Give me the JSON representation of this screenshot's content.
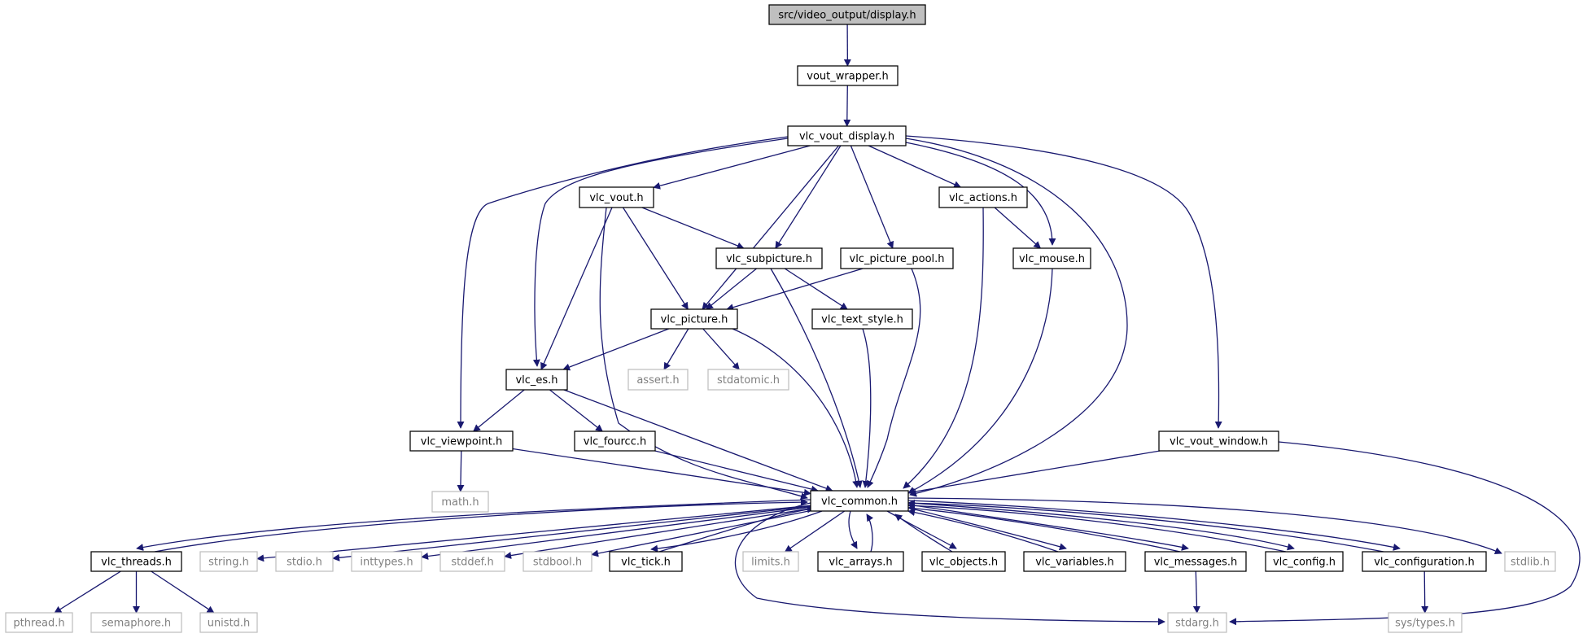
{
  "colors": {
    "edge": "#191970",
    "box_border": "#000000",
    "root_fill": "#bfbfbf",
    "external_border": "#bfbfbf",
    "external_text": "#808080",
    "text": "#000000"
  },
  "nodes": [
    {
      "id": "display_h",
      "label": "src/video_output/display.h",
      "kind": "root"
    },
    {
      "id": "vout_wrapper",
      "label": "vout_wrapper.h",
      "kind": "internal"
    },
    {
      "id": "vlc_vout_display",
      "label": "vlc_vout_display.h",
      "kind": "internal"
    },
    {
      "id": "vlc_vout",
      "label": "vlc_vout.h",
      "kind": "internal"
    },
    {
      "id": "vlc_actions",
      "label": "vlc_actions.h",
      "kind": "internal"
    },
    {
      "id": "vlc_subpicture",
      "label": "vlc_subpicture.h",
      "kind": "internal"
    },
    {
      "id": "vlc_picture_pool",
      "label": "vlc_picture_pool.h",
      "kind": "internal"
    },
    {
      "id": "vlc_mouse",
      "label": "vlc_mouse.h",
      "kind": "internal"
    },
    {
      "id": "vlc_picture",
      "label": "vlc_picture.h",
      "kind": "internal"
    },
    {
      "id": "vlc_text_style",
      "label": "vlc_text_style.h",
      "kind": "internal"
    },
    {
      "id": "vlc_es",
      "label": "vlc_es.h",
      "kind": "internal"
    },
    {
      "id": "assert",
      "label": "assert.h",
      "kind": "external"
    },
    {
      "id": "stdatomic",
      "label": "stdatomic.h",
      "kind": "external"
    },
    {
      "id": "vlc_viewpoint",
      "label": "vlc_viewpoint.h",
      "kind": "internal"
    },
    {
      "id": "vlc_fourcc",
      "label": "vlc_fourcc.h",
      "kind": "internal"
    },
    {
      "id": "vlc_vout_window",
      "label": "vlc_vout_window.h",
      "kind": "internal"
    },
    {
      "id": "math",
      "label": "math.h",
      "kind": "external"
    },
    {
      "id": "vlc_common",
      "label": "vlc_common.h",
      "kind": "internal"
    },
    {
      "id": "vlc_threads",
      "label": "vlc_threads.h",
      "kind": "internal"
    },
    {
      "id": "string",
      "label": "string.h",
      "kind": "external"
    },
    {
      "id": "stdio",
      "label": "stdio.h",
      "kind": "external"
    },
    {
      "id": "inttypes",
      "label": "inttypes.h",
      "kind": "external"
    },
    {
      "id": "stddef",
      "label": "stddef.h",
      "kind": "external"
    },
    {
      "id": "stdbool",
      "label": "stdbool.h",
      "kind": "external"
    },
    {
      "id": "vlc_tick",
      "label": "vlc_tick.h",
      "kind": "internal"
    },
    {
      "id": "limits",
      "label": "limits.h",
      "kind": "external"
    },
    {
      "id": "vlc_arrays",
      "label": "vlc_arrays.h",
      "kind": "internal"
    },
    {
      "id": "vlc_objects",
      "label": "vlc_objects.h",
      "kind": "internal"
    },
    {
      "id": "vlc_variables",
      "label": "vlc_variables.h",
      "kind": "internal"
    },
    {
      "id": "vlc_messages",
      "label": "vlc_messages.h",
      "kind": "internal"
    },
    {
      "id": "vlc_config",
      "label": "vlc_config.h",
      "kind": "internal"
    },
    {
      "id": "vlc_configuration",
      "label": "vlc_configuration.h",
      "kind": "internal"
    },
    {
      "id": "stdlib",
      "label": "stdlib.h",
      "kind": "external"
    },
    {
      "id": "pthread",
      "label": "pthread.h",
      "kind": "external"
    },
    {
      "id": "semaphore",
      "label": "semaphore.h",
      "kind": "external"
    },
    {
      "id": "unistd",
      "label": "unistd.h",
      "kind": "external"
    },
    {
      "id": "stdarg",
      "label": "stdarg.h",
      "kind": "external"
    },
    {
      "id": "sys_types",
      "label": "sys/types.h",
      "kind": "external"
    }
  ],
  "edges": [
    [
      "display_h",
      "vout_wrapper"
    ],
    [
      "vout_wrapper",
      "vlc_vout_display"
    ],
    [
      "vlc_vout_display",
      "vlc_vout"
    ],
    [
      "vlc_vout_display",
      "vlc_actions"
    ],
    [
      "vlc_vout_display",
      "vlc_subpicture"
    ],
    [
      "vlc_vout_display",
      "vlc_picture_pool"
    ],
    [
      "vlc_vout_display",
      "vlc_mouse"
    ],
    [
      "vlc_vout_display",
      "vlc_picture"
    ],
    [
      "vlc_vout_display",
      "vlc_es"
    ],
    [
      "vlc_vout_display",
      "vlc_viewpoint"
    ],
    [
      "vlc_vout_display",
      "vlc_vout_window"
    ],
    [
      "vlc_vout_display",
      "vlc_common"
    ],
    [
      "vlc_vout",
      "vlc_subpicture"
    ],
    [
      "vlc_vout",
      "vlc_picture"
    ],
    [
      "vlc_vout",
      "vlc_es"
    ],
    [
      "vlc_vout",
      "vlc_common"
    ],
    [
      "vlc_actions",
      "vlc_mouse"
    ],
    [
      "vlc_actions",
      "vlc_common"
    ],
    [
      "vlc_subpicture",
      "vlc_picture"
    ],
    [
      "vlc_subpicture",
      "vlc_text_style"
    ],
    [
      "vlc_subpicture",
      "vlc_common"
    ],
    [
      "vlc_picture_pool",
      "vlc_picture"
    ],
    [
      "vlc_picture_pool",
      "vlc_common"
    ],
    [
      "vlc_mouse",
      "vlc_common"
    ],
    [
      "vlc_picture",
      "vlc_es"
    ],
    [
      "vlc_picture",
      "assert"
    ],
    [
      "vlc_picture",
      "stdatomic"
    ],
    [
      "vlc_picture",
      "vlc_common"
    ],
    [
      "vlc_text_style",
      "vlc_common"
    ],
    [
      "vlc_es",
      "vlc_viewpoint"
    ],
    [
      "vlc_es",
      "vlc_fourcc"
    ],
    [
      "vlc_es",
      "vlc_common"
    ],
    [
      "vlc_viewpoint",
      "math"
    ],
    [
      "vlc_viewpoint",
      "vlc_common"
    ],
    [
      "vlc_fourcc",
      "vlc_common"
    ],
    [
      "vlc_vout_window",
      "vlc_common"
    ],
    [
      "vlc_vout_window",
      "stdarg"
    ],
    [
      "vlc_common",
      "vlc_threads"
    ],
    [
      "vlc_common",
      "string"
    ],
    [
      "vlc_common",
      "stdio"
    ],
    [
      "vlc_common",
      "inttypes"
    ],
    [
      "vlc_common",
      "stddef"
    ],
    [
      "vlc_common",
      "stdbool"
    ],
    [
      "vlc_common",
      "vlc_tick"
    ],
    [
      "vlc_common",
      "limits"
    ],
    [
      "vlc_common",
      "vlc_arrays"
    ],
    [
      "vlc_common",
      "vlc_objects"
    ],
    [
      "vlc_common",
      "vlc_variables"
    ],
    [
      "vlc_common",
      "vlc_messages"
    ],
    [
      "vlc_common",
      "vlc_config"
    ],
    [
      "vlc_common",
      "vlc_configuration"
    ],
    [
      "vlc_common",
      "stdlib"
    ],
    [
      "vlc_common",
      "stdarg"
    ],
    [
      "vlc_threads",
      "vlc_common"
    ],
    [
      "vlc_threads",
      "pthread"
    ],
    [
      "vlc_threads",
      "semaphore"
    ],
    [
      "vlc_threads",
      "unistd"
    ],
    [
      "vlc_tick",
      "vlc_common"
    ],
    [
      "vlc_arrays",
      "vlc_common"
    ],
    [
      "vlc_objects",
      "vlc_common"
    ],
    [
      "vlc_variables",
      "vlc_common"
    ],
    [
      "vlc_messages",
      "vlc_common"
    ],
    [
      "vlc_messages",
      "stdarg"
    ],
    [
      "vlc_config",
      "vlc_common"
    ],
    [
      "vlc_configuration",
      "vlc_common"
    ],
    [
      "vlc_configuration",
      "sys_types"
    ]
  ]
}
